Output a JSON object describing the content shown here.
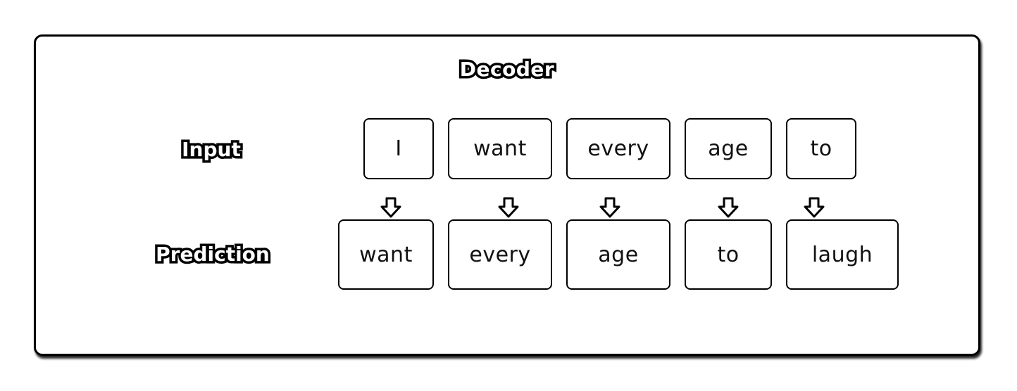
{
  "diagram": {
    "title": "Decoder",
    "input_label": "Input",
    "prediction_label": "Prediction",
    "input_tokens": [
      "I",
      "want",
      "every",
      "age",
      "to"
    ],
    "prediction_tokens": [
      "want",
      "every",
      "age",
      "to",
      "laugh"
    ],
    "arrow_icon": "down-arrow-icon"
  }
}
